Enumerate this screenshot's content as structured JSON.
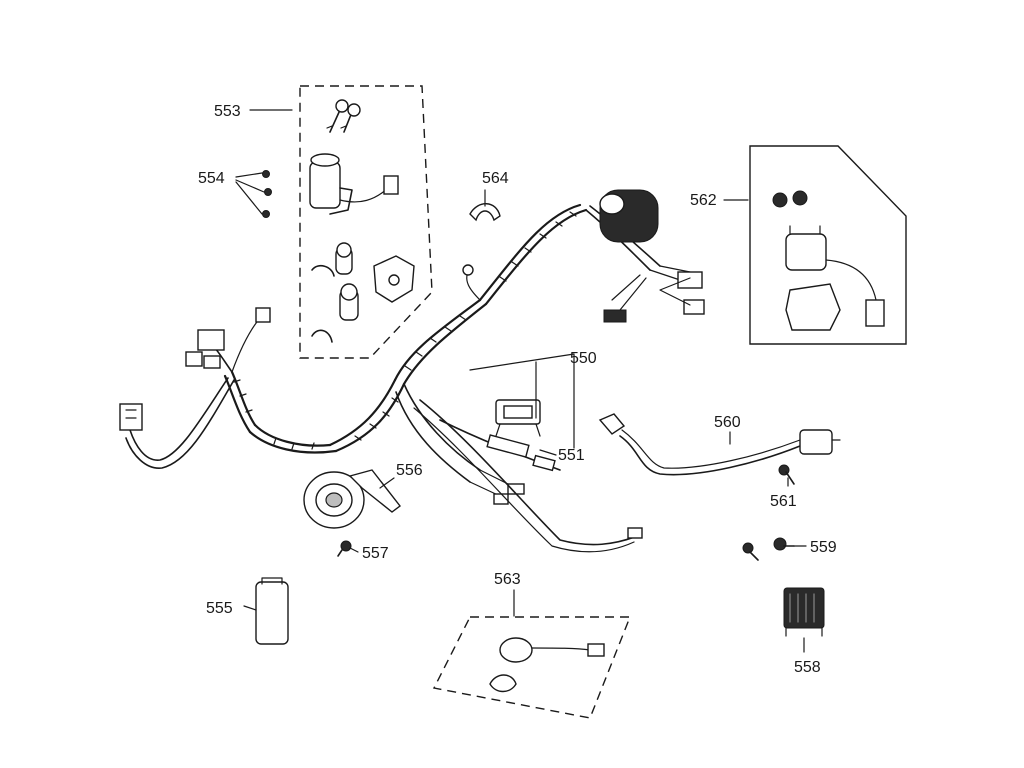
{
  "callouts": {
    "wire_harness": "550",
    "fuse_holder": "551",
    "key_set": "553",
    "screws_554": "554",
    "cdi_unit": "555",
    "horn": "556",
    "horn_bolt": "557",
    "regulator": "558",
    "bolts_559": "559",
    "ignition_coil": "560",
    "coil_bolt": "561",
    "starter_relay": "562",
    "flasher_relay": "563",
    "clamp": "564"
  }
}
